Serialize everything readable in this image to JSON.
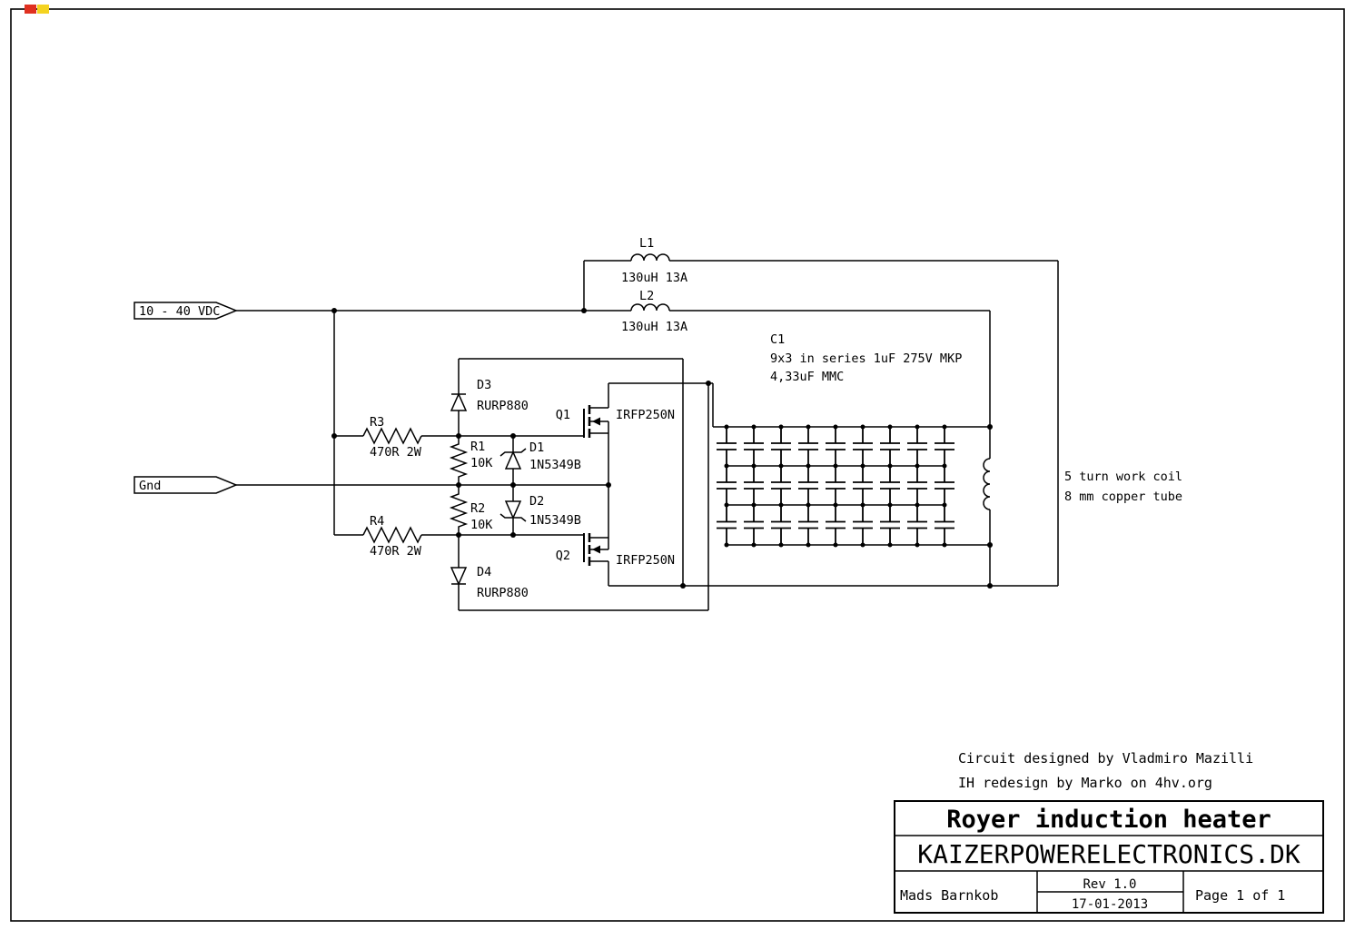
{
  "connectors": {
    "vdc_label": "10 - 40 VDC",
    "gnd_label": "Gnd"
  },
  "components": {
    "l1": {
      "ref": "L1",
      "value": "130uH 13A"
    },
    "l2": {
      "ref": "L2",
      "value": "130uH 13A"
    },
    "c1": {
      "ref": "C1",
      "line1": "9x3 in series 1uF 275V MKP",
      "line2": "4,33uF MMC"
    },
    "r1": {
      "ref": "R1",
      "value": "10K"
    },
    "r2": {
      "ref": "R2",
      "value": "10K"
    },
    "r3": {
      "ref": "R3",
      "value": "470R 2W"
    },
    "r4": {
      "ref": "R4",
      "value": "470R 2W"
    },
    "d1": {
      "ref": "D1",
      "value": "1N5349B"
    },
    "d2": {
      "ref": "D2",
      "value": "1N5349B"
    },
    "d3": {
      "ref": "D3",
      "value": "RURP880"
    },
    "d4": {
      "ref": "D4",
      "value": "RURP880"
    },
    "q1": {
      "ref": "Q1",
      "value": "IRFP250N"
    },
    "q2": {
      "ref": "Q2",
      "value": "IRFP250N"
    },
    "work_coil": {
      "line1": "5 turn work coil",
      "line2": "8 mm copper tube"
    }
  },
  "credits": {
    "line1": "Circuit designed by Vladmiro Mazilli",
    "line2": "IH redesign by Marko on 4hv.org"
  },
  "title_block": {
    "title": "Royer induction heater",
    "website": "KAIZERPOWERELECTRONICS.DK",
    "author": "Mads Barnkob",
    "revision": "Rev 1.0",
    "date": "17-01-2013",
    "page": "Page 1 of 1"
  },
  "colors": {
    "ink": "#000000",
    "paper": "#ffffff",
    "mark_red": "#e03020",
    "mark_yellow": "#f4d320"
  }
}
